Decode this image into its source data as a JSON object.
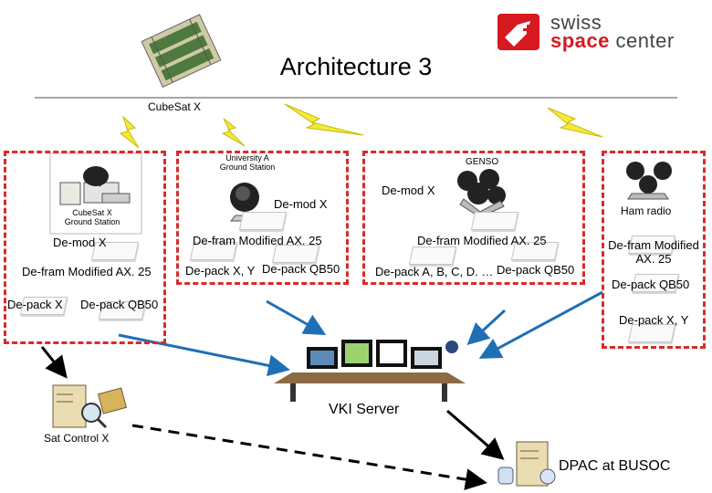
{
  "title": "Architecture 3",
  "logo": {
    "line1": "swiss",
    "line2a": "space",
    "line2b": " center",
    "color": "#d71920"
  },
  "top_label": "CubeSat X",
  "stations": {
    "cubesat_gs": {
      "caption": "CubeSat X Ground Station",
      "demod": "De-mod X",
      "deframe": "De-fram Modified AX. 25",
      "depack1": "De-pack X",
      "depack2": "De-pack QB50"
    },
    "university": {
      "caption": "University A Ground Station",
      "demod": "De-mod X",
      "deframe": "De-fram Modified AX. 25",
      "depack1": "De-pack X, Y",
      "depack2": "De-pack QB50"
    },
    "genso": {
      "caption": "GENSO",
      "demod": "De-mod X",
      "deframe": "De-fram Modified AX. 25",
      "depack1": "De-pack A, B, C, D. …",
      "depack2": "De-pack QB50"
    },
    "ham": {
      "caption": "Ham radio",
      "deframe": "De-fram Modified AX. 25",
      "depack1": "De-pack QB50",
      "depack2": "De-pack X, Y"
    }
  },
  "vki": "VKI Server",
  "sat_control": "Sat Control X",
  "dpac": "DPAC at BUSOC",
  "colors": {
    "dashed_box": "#d92a2a",
    "blue_arrow": "#1f6fb5",
    "black_arrow": "#000000",
    "lightning": "#f3ea3c"
  }
}
